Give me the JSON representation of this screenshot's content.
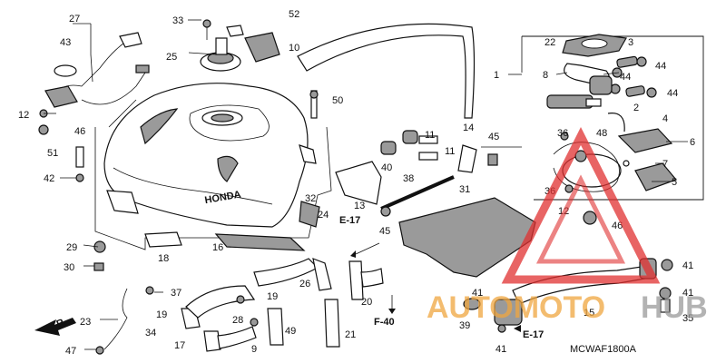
{
  "diagram": {
    "code": "MCWAF1800A",
    "labels": {
      "p1": "1",
      "p2": "2",
      "p3": "3",
      "p4": "4",
      "p5": "5",
      "p6": "6",
      "p7": "7",
      "p8": "8",
      "p9": "9",
      "p10": "10",
      "p11a": "11",
      "p11b": "11",
      "p12a": "12",
      "p12b": "12",
      "p13": "13",
      "p14": "14",
      "p15": "15",
      "p16": "16",
      "p17": "17",
      "p18": "18",
      "p19a": "19",
      "p19b": "19",
      "p20": "20",
      "p21": "21",
      "p22": "22",
      "p23": "23",
      "p24": "24",
      "p25": "25",
      "p26": "26",
      "p27": "27",
      "p28": "28",
      "p29": "29",
      "p30": "30",
      "p31": "31",
      "p32": "32",
      "p33": "33",
      "p34": "34",
      "p35": "35",
      "p36a": "36",
      "p36b": "36",
      "p37": "37",
      "p38": "38",
      "p39": "39",
      "p40": "40",
      "p41a": "41",
      "p41b": "41",
      "p41c": "41",
      "p41d": "41",
      "p42": "42",
      "p43": "43",
      "p44a": "44",
      "p44b": "44",
      "p44c": "44",
      "p45a": "45",
      "p45b": "45",
      "p46a": "46",
      "p46b": "46",
      "p47": "47",
      "p48": "48",
      "p49": "49",
      "p50": "50",
      "p51": "51",
      "p52": "52"
    },
    "refs": {
      "e17a": "E-17",
      "e17b": "E-17",
      "f40": "F-40",
      "fr": "FR."
    },
    "tank_brand": "HONDA",
    "watermark": {
      "text_orange": "AUTOMOTO",
      "text_gray": "HUB",
      "color_orange": "#f0a640",
      "color_gray": "#9a9a9a",
      "color_red": "#e03030"
    }
  }
}
